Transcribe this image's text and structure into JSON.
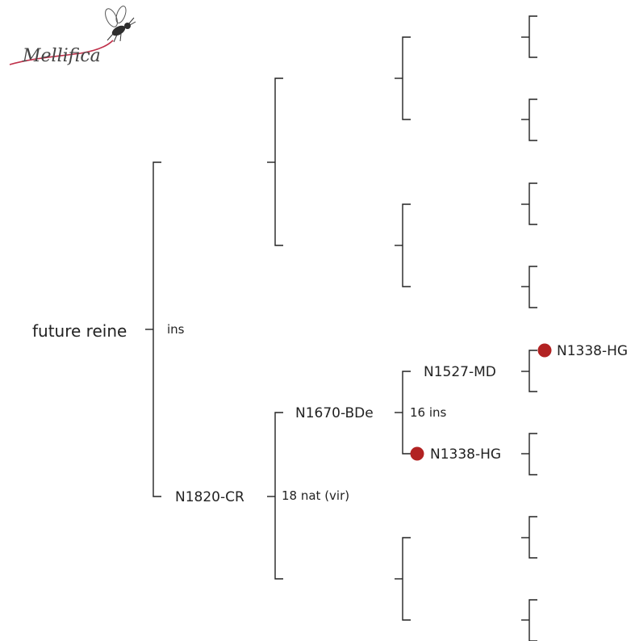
{
  "logo": {
    "text": "Mellifica",
    "text_color": "#444444",
    "swash_color": "#c0304a",
    "icon": "bee-icon"
  },
  "marker_color": "#b22222",
  "root": {
    "label": "future reine"
  },
  "matings": {
    "root": "ins",
    "n1820": "18 nat (vir)",
    "n1670": "16 ins"
  },
  "nodes": {
    "n1820": "N1820-CR",
    "n1670": "N1670-BDe",
    "n1527": "N1527-MD",
    "n1338_a": "N1338-HG",
    "n1338_b": "N1338-HG"
  }
}
